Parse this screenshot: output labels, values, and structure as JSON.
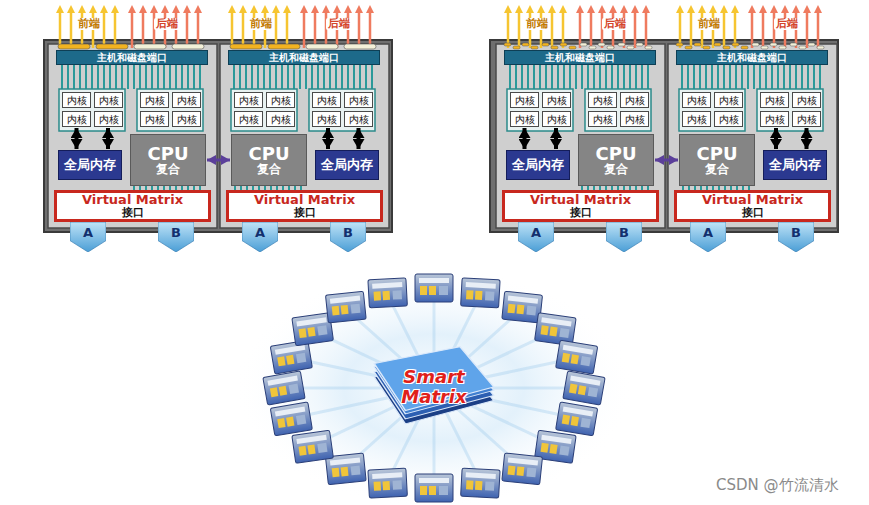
{
  "diagram": {
    "nodes": [
      {
        "text": [
          "主机和磁盘端口"
        ]
      },
      {
        "text": [
          "内核"
        ]
      },
      {
        "text": [
          "内核"
        ]
      },
      {
        "text": [
          "内核"
        ]
      },
      {
        "text": [
          "内核"
        ]
      },
      {
        "text": [
          "内核"
        ]
      },
      {
        "text": [
          "内核"
        ]
      },
      {
        "text": [
          "内核"
        ]
      },
      {
        "text": [
          "内核"
        ]
      },
      {
        "text": [
          "全局内存"
        ]
      },
      {
        "text": [
          "CPU",
          "复合"
        ]
      },
      {
        "text": [
          "Virtual Matrix",
          "接口"
        ]
      },
      {
        "text": [
          "A"
        ]
      },
      {
        "text": [
          "B"
        ]
      },
      {
        "text": [
          "主机和磁盘端口"
        ]
      },
      {
        "text": [
          "内核"
        ]
      },
      {
        "text": [
          "内核"
        ]
      },
      {
        "text": [
          "内核"
        ]
      },
      {
        "text": [
          "内核"
        ]
      },
      {
        "text": [
          "内核"
        ]
      },
      {
        "text": [
          "内核"
        ]
      },
      {
        "text": [
          "内核"
        ]
      },
      {
        "text": [
          "内核"
        ]
      },
      {
        "text": [
          "全局内存"
        ]
      },
      {
        "text": [
          "CPU",
          "复合"
        ]
      },
      {
        "text": [
          "Virtual Matrix",
          "接口"
        ]
      },
      {
        "text": [
          "A"
        ]
      },
      {
        "text": [
          "B"
        ]
      },
      {
        "text": [
          "主机和磁盘端口"
        ]
      },
      {
        "text": [
          "内核"
        ]
      },
      {
        "text": [
          "内核"
        ]
      },
      {
        "text": [
          "内核"
        ]
      },
      {
        "text": [
          "内核"
        ]
      },
      {
        "text": [
          "内核"
        ]
      },
      {
        "text": [
          "内核"
        ]
      },
      {
        "text": [
          "内核"
        ]
      },
      {
        "text": [
          "内核"
        ]
      },
      {
        "text": [
          "全局内存"
        ]
      },
      {
        "text": [
          "CPU",
          "复合"
        ]
      },
      {
        "text": [
          "Virtual Matrix",
          "接口"
        ]
      },
      {
        "text": [
          "A"
        ]
      },
      {
        "text": [
          "B"
        ]
      },
      {
        "text": [
          "主机和磁盘端口"
        ]
      },
      {
        "text": [
          "内核"
        ]
      },
      {
        "text": [
          "内核"
        ]
      },
      {
        "text": [
          "内核"
        ]
      },
      {
        "text": [
          "内核"
        ]
      },
      {
        "text": [
          "内核"
        ]
      },
      {
        "text": [
          "内核"
        ]
      },
      {
        "text": [
          "内核"
        ]
      },
      {
        "text": [
          "内核"
        ]
      },
      {
        "text": [
          "全局内存"
        ]
      },
      {
        "text": [
          "CPU",
          "复合"
        ]
      },
      {
        "text": [
          "Virtual Matrix",
          "接口"
        ]
      },
      {
        "text": [
          "A"
        ]
      },
      {
        "text": [
          "B"
        ]
      },
      {
        "text": [
          "Smart Matrix"
        ]
      }
    ],
    "edges": [
      {
        "from": 9,
        "to": 3,
        "arrow": "both"
      },
      {
        "from": 9,
        "to": 4,
        "arrow": "both"
      },
      {
        "from": 23,
        "to": 21,
        "arrow": "both"
      },
      {
        "from": 23,
        "to": 22,
        "arrow": "both"
      },
      {
        "from": 37,
        "to": 31,
        "arrow": "both"
      },
      {
        "from": 37,
        "to": 32,
        "arrow": "both"
      },
      {
        "from": 51,
        "to": 49,
        "arrow": "both"
      },
      {
        "from": 51,
        "to": 50,
        "arrow": "both"
      },
      {
        "from": 10,
        "to": 24,
        "arrow": "both"
      },
      {
        "from": 38,
        "to": 52,
        "arrow": "both"
      }
    ],
    "labels": [
      "前端",
      "后端",
      "前端",
      "后端",
      "前端",
      "后端",
      "前端",
      "后端",
      "CSDN @竹流清水"
    ]
  }
}
